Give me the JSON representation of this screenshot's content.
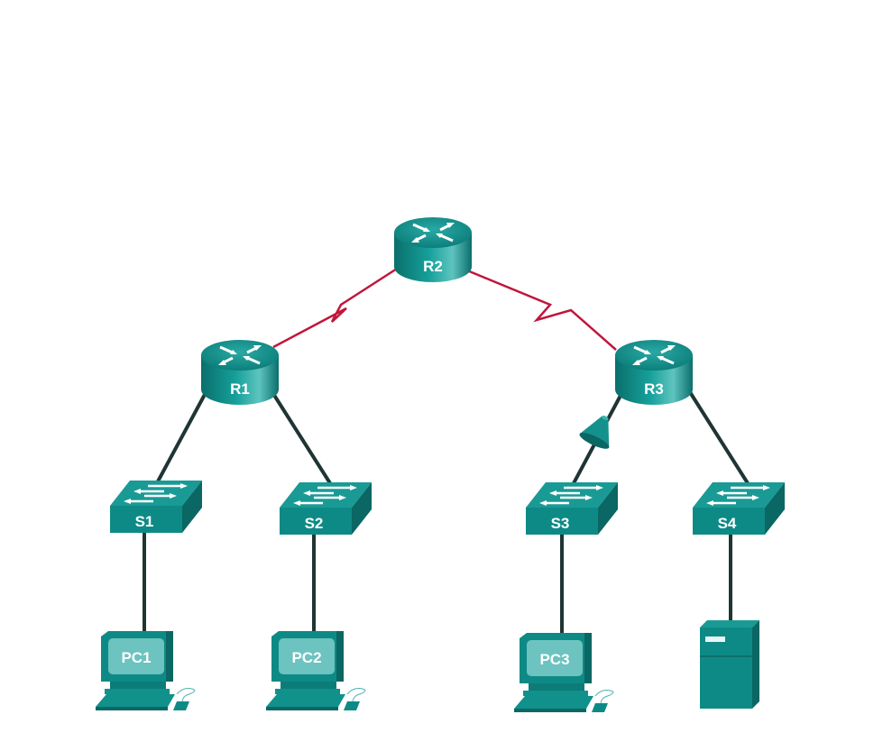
{
  "diagram": {
    "routers": [
      {
        "label": "R2"
      },
      {
        "label": "R1"
      },
      {
        "label": "R3"
      }
    ],
    "switches": [
      {
        "label": "S1"
      },
      {
        "label": "S2"
      },
      {
        "label": "S3"
      },
      {
        "label": "S4"
      }
    ],
    "pcs": [
      {
        "label": "PC1"
      },
      {
        "label": "PC2"
      },
      {
        "label": "PC3"
      }
    ],
    "server": {
      "icon": "server-icon"
    },
    "links": [
      {
        "from": "R2",
        "to": "R1",
        "type": "serial"
      },
      {
        "from": "R2",
        "to": "R3",
        "type": "serial"
      },
      {
        "from": "R1",
        "to": "S1",
        "type": "ethernet"
      },
      {
        "from": "R1",
        "to": "S2",
        "type": "ethernet"
      },
      {
        "from": "R3",
        "to": "S3",
        "type": "ethernet",
        "tap": "packet-sniffer"
      },
      {
        "from": "R3",
        "to": "S4",
        "type": "ethernet"
      },
      {
        "from": "S1",
        "to": "PC1",
        "type": "ethernet"
      },
      {
        "from": "S2",
        "to": "PC2",
        "type": "ethernet"
      },
      {
        "from": "S3",
        "to": "PC3",
        "type": "ethernet"
      },
      {
        "from": "S4",
        "to": "Server",
        "type": "ethernet"
      }
    ],
    "colors": {
      "device": "#0e8a86",
      "device_dark": "#0a6b68",
      "serial": "#c0163a",
      "ethernet": "#1f3534"
    }
  }
}
